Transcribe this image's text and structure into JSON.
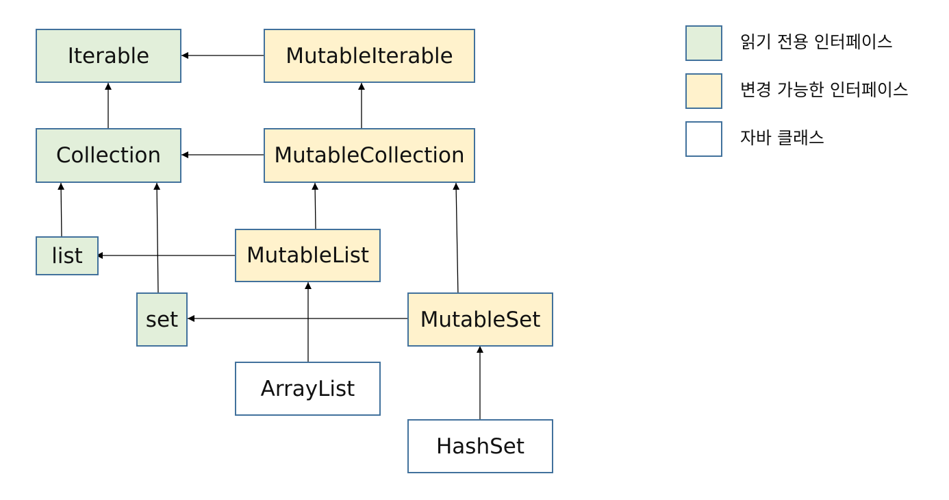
{
  "colors": {
    "read_only": "#e2efda",
    "mutable": "#fff2cc",
    "java_class": "#ffffff",
    "border": "#41719c",
    "arrow": "#000000"
  },
  "nodes": {
    "iterable": "Iterable",
    "mutable_iterable": "MutableIterable",
    "collection": "Collection",
    "mutable_collection": "MutableCollection",
    "list": "list",
    "mutable_list": "MutableList",
    "set": "set",
    "mutable_set": "MutableSet",
    "array_list": "ArrayList",
    "hash_set": "HashSet"
  },
  "legend": {
    "read_only": "읽기 전용 인터페이스",
    "mutable": "변경 가능한 인터페이스",
    "java_class": "자바 클래스"
  }
}
